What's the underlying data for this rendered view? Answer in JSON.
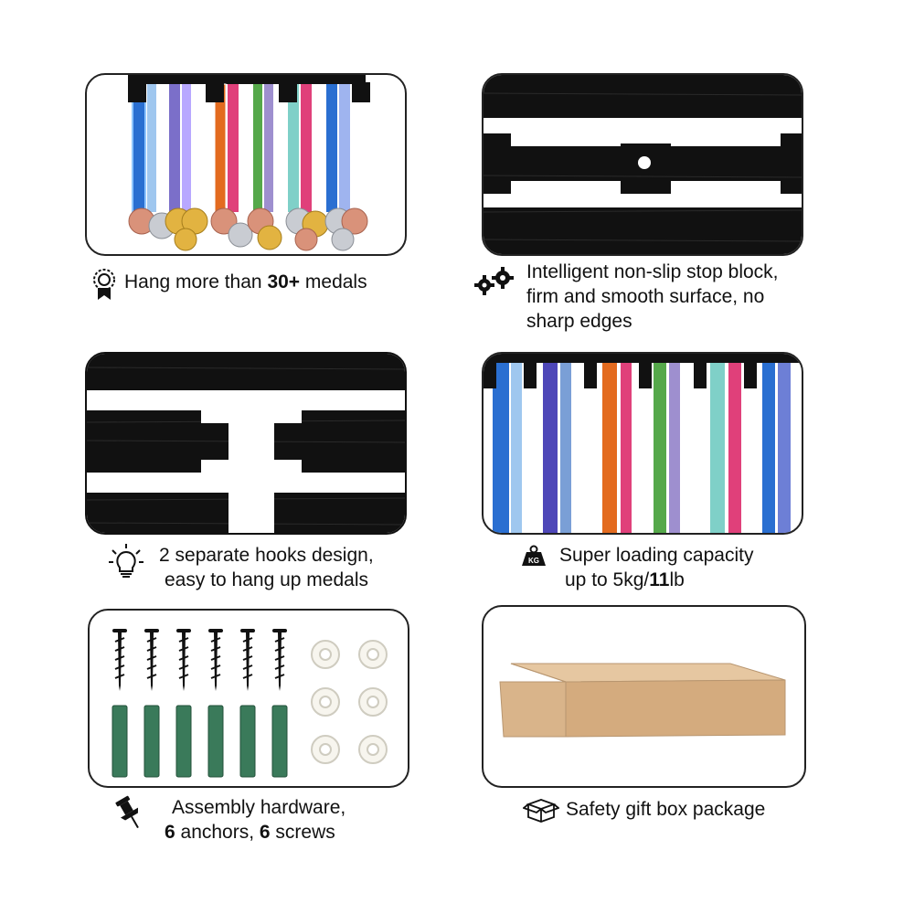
{
  "features": [
    {
      "id": "medals",
      "pre": "Hang more than ",
      "bold": "30+",
      "post": " medals",
      "icon": "award-ribbon-icon"
    },
    {
      "id": "stop-block",
      "lines": [
        "Intelligent non-slip stop block,",
        "firm and smooth surface, no",
        "sharp edges"
      ],
      "icon": "gears-icon"
    },
    {
      "id": "hooks",
      "lines": [
        "2 separate hooks design,",
        "easy to hang up medals"
      ],
      "icon": "lightbulb-icon"
    },
    {
      "id": "capacity",
      "line1": "Super loading capacity",
      "pre": "up to 5kg/",
      "bold": "11",
      "post": "lb",
      "icon": "weight-kg-icon",
      "weight_glyph": "KG"
    },
    {
      "id": "hardware",
      "line1": "Assembly hardware,",
      "n1": "6",
      "t1": " anchors, ",
      "n2": "6",
      "t2": " screws",
      "icon": "push-pin-icon"
    },
    {
      "id": "package",
      "text": "Safety gift box package",
      "icon": "gift-box-icon"
    }
  ],
  "colors": {
    "wood": "#111111",
    "ribbon_blue": "#2a6fd1",
    "ribbon_orange": "#e36b1f",
    "ribbon_pink": "#e0407a",
    "ribbon_green": "#55a84a",
    "anchor_green": "#3a7a5a",
    "box": "#d9b48a",
    "gold": "#e2b341",
    "silver": "#c9ccd2",
    "bronze": "#d9927a"
  }
}
